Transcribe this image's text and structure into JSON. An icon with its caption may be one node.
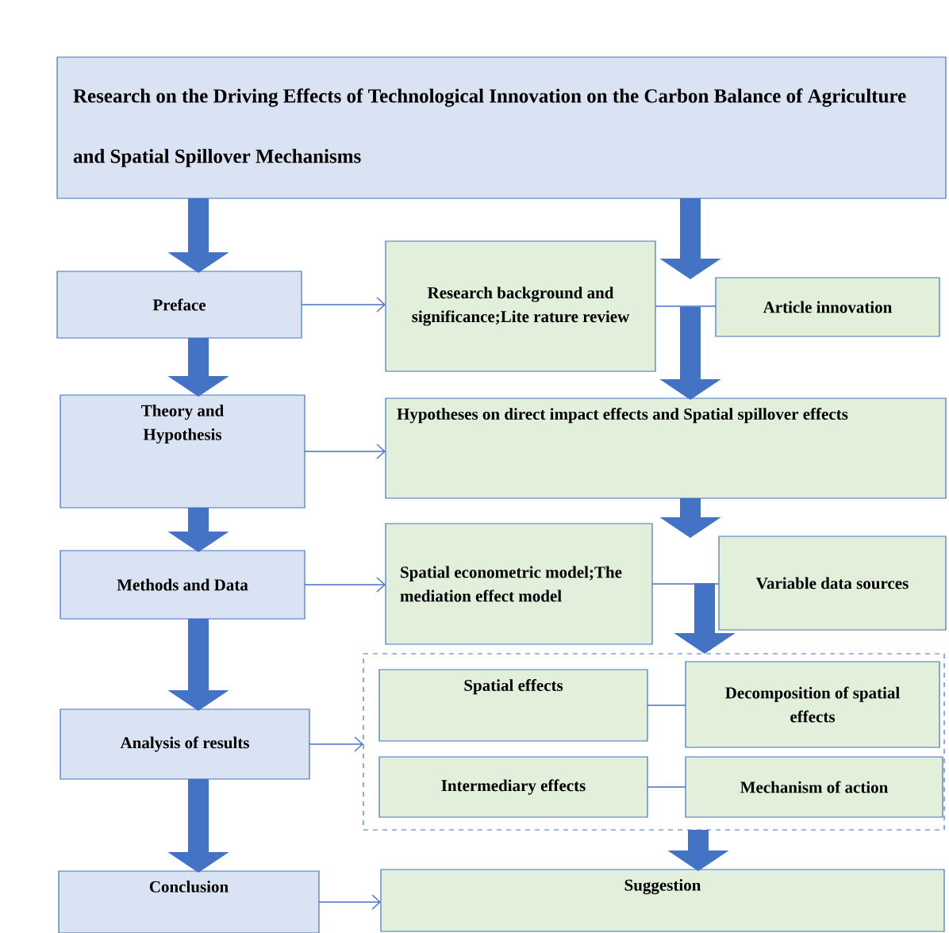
{
  "diagram": {
    "nodes": [
      {
        "text": [
          "Research on the Driving Effects of Technological Innovation on the Carbon Balance of Agriculture and Spatial Spillover Mechanisms"
        ]
      },
      {
        "text": [
          "Preface"
        ]
      },
      {
        "text": [
          "Research background and significance;Lite rature review"
        ]
      },
      {
        "text": [
          "Article innovation"
        ]
      },
      {
        "text": [
          "Theory and Hypothesis"
        ]
      },
      {
        "text": [
          "Hypotheses on direct impact effects and Spatial spillover effects"
        ]
      },
      {
        "text": [
          "Methods and Data"
        ]
      },
      {
        "text": [
          "Spatial econometric model;The mediation effect model"
        ]
      },
      {
        "text": [
          "Variable data sources"
        ]
      },
      {
        "text": [],
        "shape": "box"
      },
      {
        "text": [
          "Spatial effects"
        ],
        "in": 9
      },
      {
        "text": [
          "Decomposition of spatial effects"
        ],
        "in": 9
      },
      {
        "text": [
          "Intermediary effects"
        ],
        "in": 9
      },
      {
        "text": [
          "Mechanism of action"
        ],
        "in": 9
      },
      {
        "text": [
          "Analysis of results"
        ]
      },
      {
        "text": [
          "Conclusion"
        ]
      },
      {
        "text": [
          "Suggestion"
        ]
      }
    ],
    "edges": [
      {
        "from": 0,
        "to": 1,
        "arrow": "to"
      },
      {
        "from": 1,
        "to": 4,
        "arrow": "to"
      },
      {
        "from": 4,
        "to": 6,
        "arrow": "to"
      },
      {
        "from": 6,
        "to": 14,
        "arrow": "to"
      },
      {
        "from": 14,
        "to": 15,
        "arrow": "to"
      },
      {
        "from": 0,
        "to": 3,
        "arrow": "to"
      },
      {
        "from": 3,
        "to": 5,
        "arrow": "to"
      },
      {
        "from": 5,
        "to": 8,
        "arrow": "to"
      },
      {
        "from": 8,
        "to": 9,
        "arrow": "to"
      },
      {
        "from": 9,
        "to": 16,
        "arrow": "to"
      },
      {
        "from": 1,
        "to": 2,
        "arrow": "to"
      },
      {
        "from": 4,
        "to": 5,
        "arrow": "to"
      },
      {
        "from": 6,
        "to": 7,
        "arrow": "to"
      },
      {
        "from": 14,
        "to": 9,
        "arrow": "to"
      },
      {
        "from": 15,
        "to": 16,
        "arrow": "to"
      },
      {
        "from": 2,
        "to": 3,
        "arrow": "none"
      },
      {
        "from": 7,
        "to": 8,
        "arrow": "none"
      },
      {
        "from": 10,
        "to": 11,
        "arrow": "none"
      },
      {
        "from": 12,
        "to": 13,
        "arrow": "none"
      }
    ]
  }
}
